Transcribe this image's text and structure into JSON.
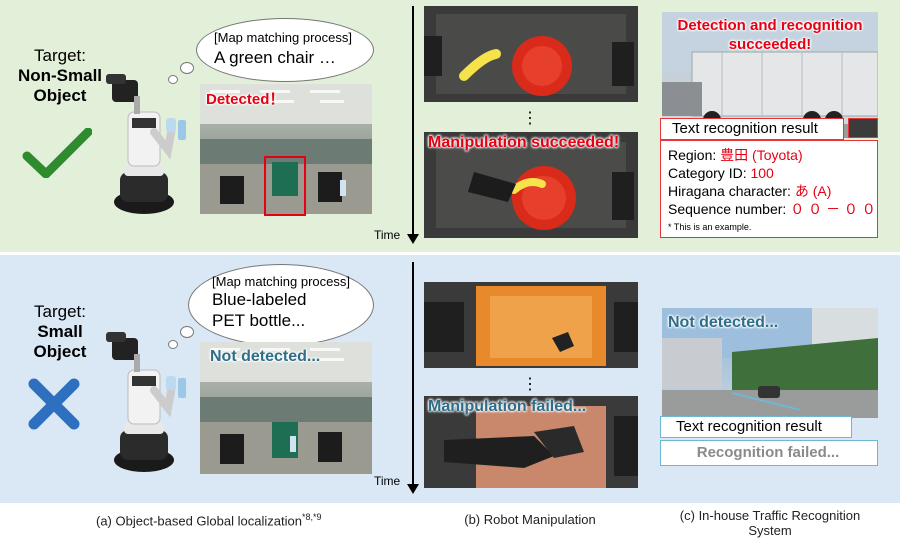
{
  "top": {
    "target_line1": "Target:",
    "target_line2": "Non-Small",
    "target_line3": "Object",
    "thought_line1": "[Map matching process]",
    "thought_line2": "A green chair …",
    "detected_label": "Detected！",
    "manip_label": "Manipulation succeeded!",
    "recog_label_line1": "Detection and recognition",
    "recog_label_line2": "succeeded!",
    "text_result_title": "Text recognition result",
    "region_label": "Region: ",
    "region_value": "豊田 (Toyota)",
    "category_label": "Category ID: ",
    "category_value": "100",
    "hiragana_label": "Hiragana character: ",
    "hiragana_value": "あ (A)",
    "sequence_label": "Sequence number: ",
    "sequence_value": "０ ０ － ０ ０",
    "example_note": "* This is an example.",
    "dots": "⋮",
    "time_label": "Time"
  },
  "bottom": {
    "target_line1": "Target:",
    "target_line2": "Small",
    "target_line3": "Object",
    "thought_line1": "[Map matching process]",
    "thought_line2": "Blue-labeled",
    "thought_line3": "PET bottle...",
    "not_detected_label": "Not detected...",
    "manip_label": "Manipulation failed...",
    "recog_not_detected": "Not detected...",
    "text_result_title": "Text recognition result",
    "recog_failed": "Recognition failed...",
    "dots": "⋮",
    "time_label": "Time"
  },
  "captions": {
    "a_text": "(a) Object-based Global localization",
    "a_sup": "*8,*9",
    "b_text": "(b) Robot Manipulation",
    "c_line1": "(c) In-house Traffic Recognition",
    "c_line2": "System"
  },
  "icons": {
    "check": "check-mark-icon",
    "cross": "cross-mark-icon"
  },
  "colors": {
    "success_bg": "#e2f0d9",
    "fail_bg": "#dae8f5",
    "success_red": "#e60012",
    "fail_blue": "#2e6e8a",
    "check_green": "#2e8b2e",
    "cross_blue": "#2f6fbf"
  }
}
